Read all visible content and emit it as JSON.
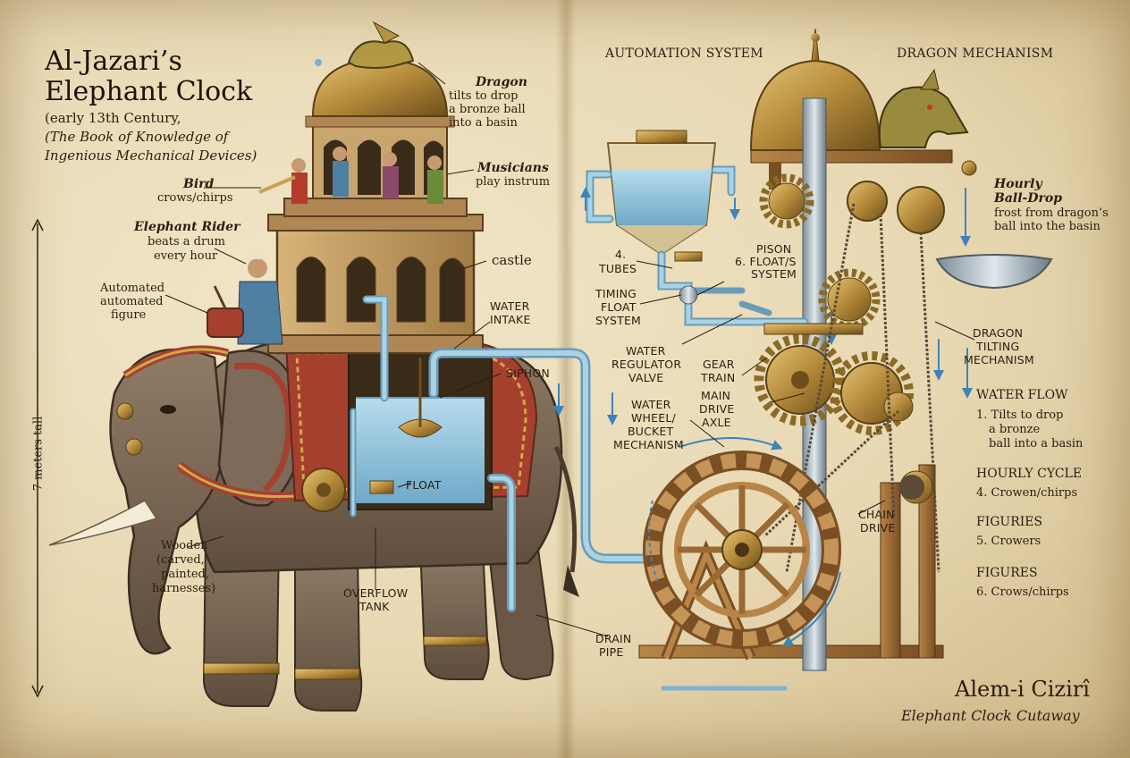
{
  "title": {
    "line1": "Al-Jazari’s",
    "line2": "Elephant Clock"
  },
  "subtitle": {
    "line1": "(early 13th Century,",
    "line2": "(The Book of Knowledge of",
    "line3": "Ingenious Mechanical Devices)"
  },
  "headers": {
    "automation": "AUTOMATION SYSTEM",
    "dragon": "DRAGON MECHANISM"
  },
  "left_labels": {
    "dragon_title": "Dragon",
    "dragon_desc": [
      "tilts to drop",
      "a bronze ball",
      "into a basin"
    ],
    "musicians_title": "Musicians",
    "musicians_desc": "play instrum",
    "bird_title": "Bird",
    "bird_desc": "crows/chirps",
    "rider_title": "Elephant Rider",
    "rider_desc": [
      "beats a drum",
      "every hour"
    ],
    "figure": [
      "Automated",
      "automated",
      "figure"
    ],
    "castle": "castle",
    "water_intake": [
      "WATER",
      "INTAKE"
    ],
    "siphon": "SIPHON",
    "float": "FLOAT",
    "wooden": [
      "Wooden",
      "(carved,",
      "painted,",
      "harnesses)"
    ],
    "overflow": [
      "OVERFLOW",
      "TANK"
    ],
    "height": "7 meters tall"
  },
  "right_labels": {
    "tubes": [
      "4.",
      "TUBES"
    ],
    "pison": [
      "PISON",
      "6. FLOAT/S",
      "SYSTEM"
    ],
    "timing": [
      "TIMING",
      "FLOAT",
      "SYSTEM"
    ],
    "regulator": [
      "WATER",
      "REGULATOR",
      "VALVE"
    ],
    "gear_train": [
      "GEAR",
      "TRAIN"
    ],
    "axle": [
      "MAIN",
      "DRIVE",
      "AXLE"
    ],
    "wheel": [
      "WATER",
      "WHEEL/",
      "BUCKET",
      "MECHANISM"
    ],
    "chain": [
      "CHAIN",
      "DRIVE"
    ],
    "drain": [
      "DRAIN",
      "PIPE"
    ],
    "tilting": [
      "DRAGON",
      "TILTING",
      "MECHANISM"
    ],
    "balldrop_title": [
      "Hourly",
      "Ball-Drop"
    ],
    "balldrop_desc": [
      "frost from dragon’s",
      "ball into the basin"
    ]
  },
  "legend": [
    {
      "heading": "WATER FLOW",
      "items": [
        "1. Tilts to drop",
        "a bronze",
        "ball into a basin"
      ]
    },
    {
      "heading": "HOURLY CYCLE",
      "items": [
        "4. Crowen/chirps"
      ]
    },
    {
      "heading": "FIGURIES",
      "items": [
        "5. Crowers"
      ]
    },
    {
      "heading": "FIGURES",
      "items": [
        "6. Crows/chirps"
      ]
    }
  ],
  "signature": {
    "name": "Alem-i Cizirî",
    "caption": "Elephant Clock Cutaway"
  },
  "colors": {
    "parchment": "#ecdfbf",
    "ink": "#2a1d10",
    "water": "#8fc3dc",
    "pipe": "#9cc6dc",
    "brass": "#b48a3a",
    "wood": "#9a6a35",
    "elephant": "#7d6a58"
  }
}
